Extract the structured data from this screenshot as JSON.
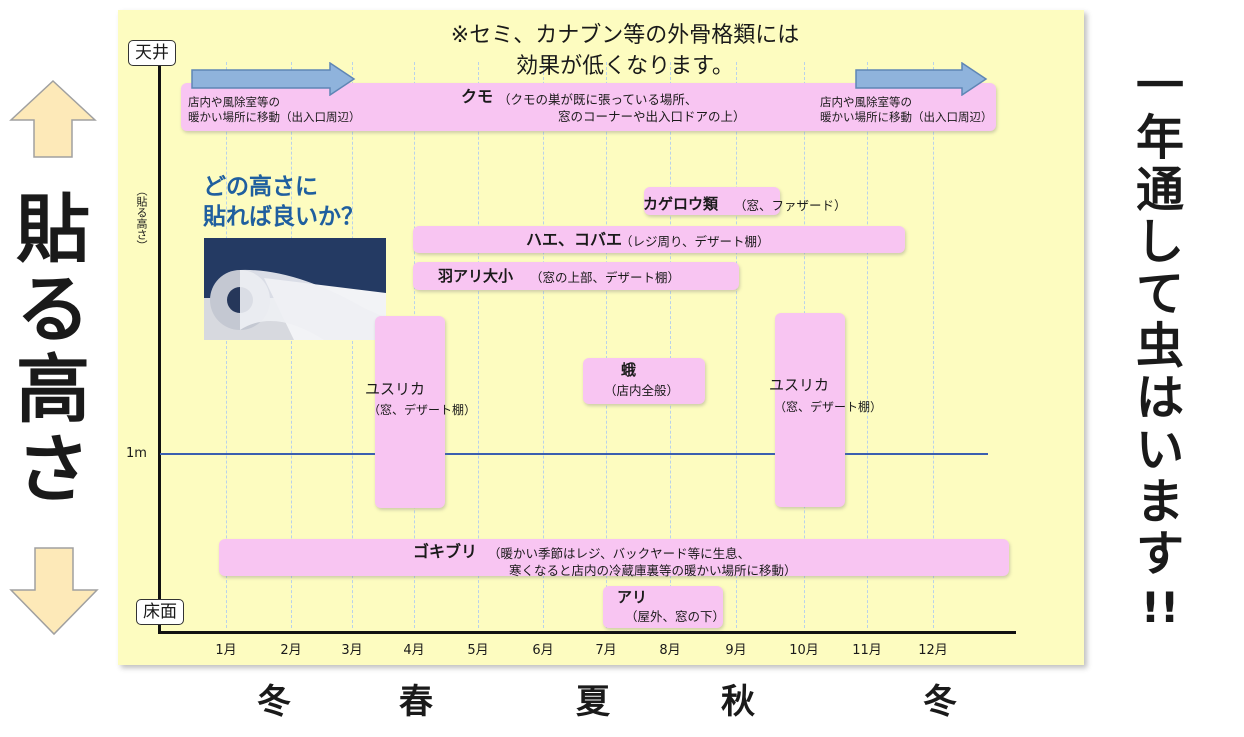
{
  "note": {
    "line1": "※セミ、カナブン等の外骨格類には",
    "line2": "効果が低くなります。"
  },
  "left_title": [
    "貼",
    "る",
    "高",
    "さ"
  ],
  "right_title": [
    "一",
    "年",
    "通",
    "し",
    "て",
    "虫",
    "は",
    "い",
    "ま",
    "す",
    "!!"
  ],
  "axis": {
    "ceiling": "天井",
    "floor": "床面",
    "height_label": "（貼る高さ）",
    "one_meter": "1m",
    "months": [
      "1月",
      "2月",
      "3月",
      "4月",
      "5月",
      "6月",
      "7月",
      "8月",
      "9月",
      "10月",
      "11月",
      "12月"
    ]
  },
  "seasons": [
    "冬",
    "春",
    "夏",
    "秋",
    "冬"
  ],
  "callout": {
    "line1": "どの高さに",
    "line2": "貼れば良いか？"
  },
  "bands": {
    "spider": {
      "name": "クモ",
      "detail1": "（クモの巣が既に張っている場所、",
      "detail2": "窓のコーナーや出入口ドアの上）",
      "left_note1": "店内や風除室等の",
      "left_note2": "暖かい場所に移動（出入口周辺）",
      "right_note1": "店内や風除室等の",
      "right_note2": "暖かい場所に移動（出入口周辺）"
    },
    "mayfly": {
      "name": "カゲロウ類",
      "detail": "（窓、ファザード）"
    },
    "fly": {
      "name": "ハエ、コバエ",
      "detail": "（レジ周り、デザート棚）"
    },
    "winged_ant": {
      "name": "羽アリ大小",
      "detail": "（窓の上部、デザート棚）"
    },
    "midge_spring": {
      "name": "ユスリカ",
      "detail": "（窓、デザート棚）"
    },
    "moth": {
      "name": "蛾",
      "detail": "（店内全般）"
    },
    "midge_autumn": {
      "name": "ユスリカ",
      "detail": "（窓、デザート棚）"
    },
    "cockroach": {
      "name": "ゴキブリ",
      "detail1": "（暖かい季節はレジ、バックヤード等に生息、",
      "detail2": "寒くなると店内の冷蔵庫裏等の暖かい場所に移動）"
    },
    "ant": {
      "name": "アリ",
      "detail": "（屋外、窓の下）"
    }
  },
  "colors": {
    "panel": "#fdfcc0",
    "band": "#f8c5f2",
    "arrow": "#8fb3dc",
    "line_1m": "#3b5fb0",
    "side_arrow": "#fde9b8"
  }
}
